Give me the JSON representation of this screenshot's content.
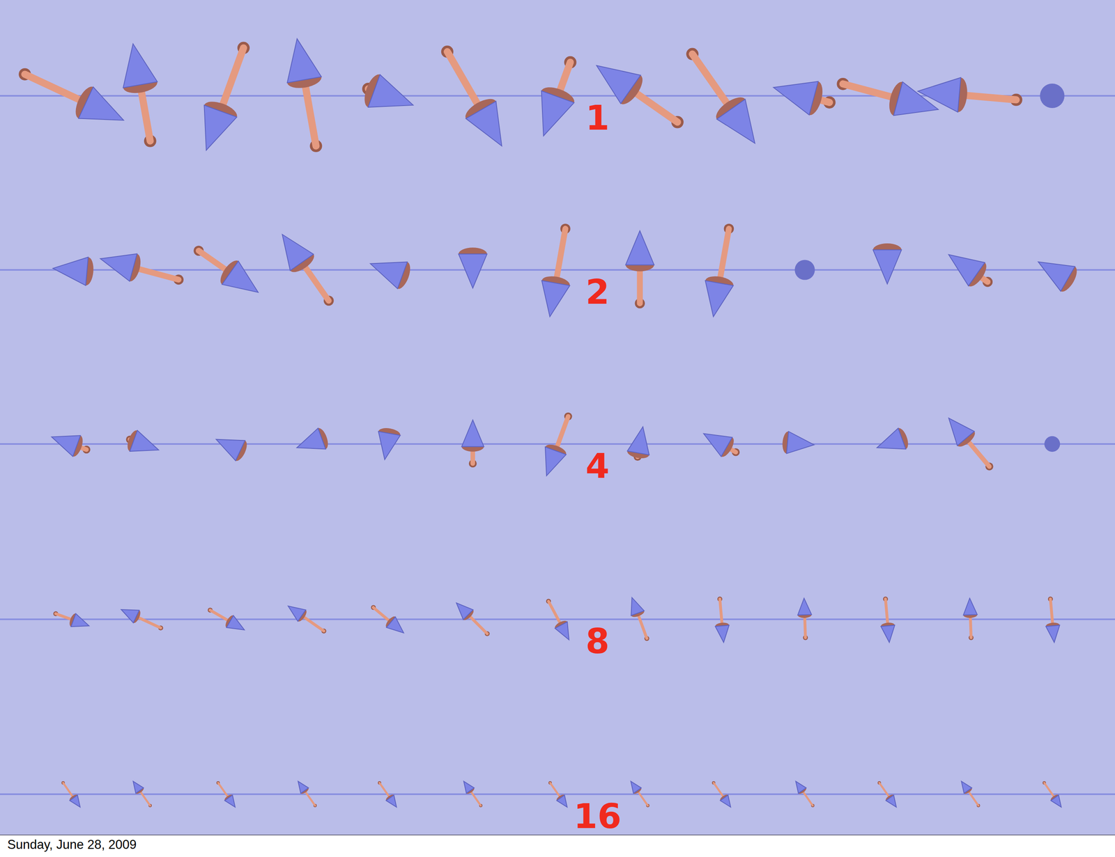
{
  "diagram": {
    "labels": [
      "1",
      "2",
      "4",
      "8",
      "16",
      "Sunday, June 28, 2009"
    ]
  }
}
